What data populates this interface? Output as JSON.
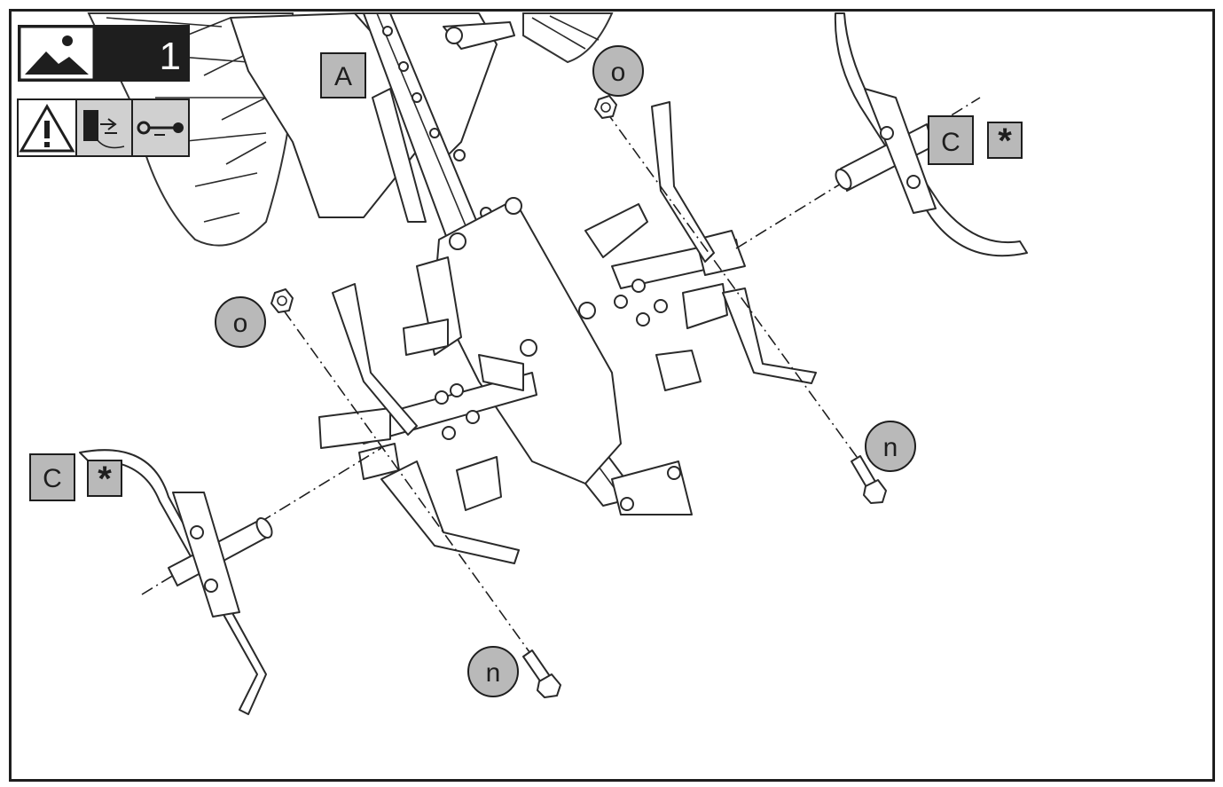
{
  "header": {
    "step_number": "1",
    "icons": [
      "image-icon",
      "warning-icon",
      "unplug-icon",
      "key-icon"
    ]
  },
  "labels": {
    "assembly": "A",
    "rotor_left": "C",
    "rotor_right": "C",
    "asterisk_left": "*",
    "asterisk_right": "*",
    "nut_left": "o",
    "nut_right": "o",
    "bolt_left": "n",
    "bolt_right": "n"
  },
  "colors": {
    "label_fill": "#b9b9b9",
    "outline": "#1e1e1e",
    "header_bg": "#1e1e1e"
  }
}
